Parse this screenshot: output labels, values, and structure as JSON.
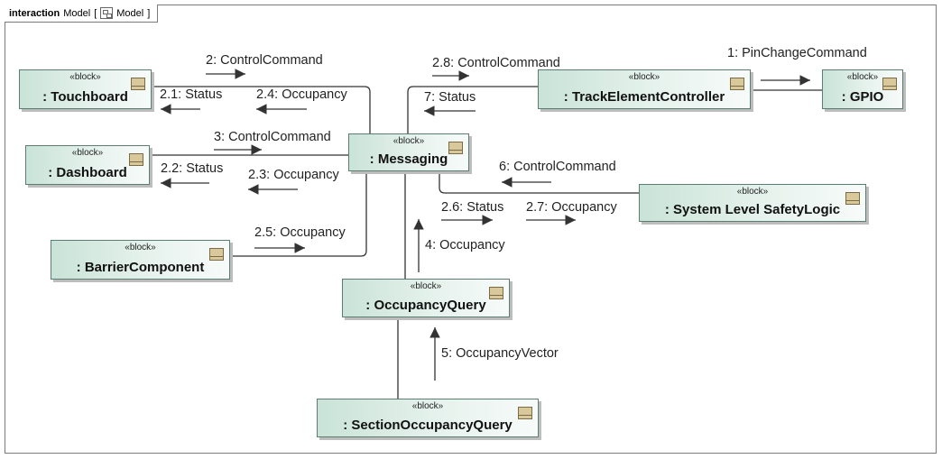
{
  "frame": {
    "keyword": "interaction",
    "name": "Model",
    "icon_name": "diagram-icon",
    "suffix": "Model"
  },
  "blocks": [
    {
      "id": "touchboard",
      "stereotype": "«block»",
      "name": ": Touchboard"
    },
    {
      "id": "dashboard",
      "stereotype": "«block»",
      "name": ": Dashboard"
    },
    {
      "id": "barrier",
      "stereotype": "«block»",
      "name": ": BarrierComponent"
    },
    {
      "id": "messaging",
      "stereotype": "«block»",
      "name": ": Messaging"
    },
    {
      "id": "tec",
      "stereotype": "«block»",
      "name": ": TrackElementController"
    },
    {
      "id": "gpio",
      "stereotype": "«block»",
      "name": ": GPIO"
    },
    {
      "id": "sls",
      "stereotype": "«block»",
      "name": ": System Level SafetyLogic"
    },
    {
      "id": "oq",
      "stereotype": "«block»",
      "name": ": OccupancyQuery"
    },
    {
      "id": "soq",
      "stereotype": "«block»",
      "name": ": SectionOccupancyQuery"
    }
  ],
  "messages": [
    {
      "id": "m1",
      "label": "1: PinChangeCommand"
    },
    {
      "id": "m2",
      "label": "2: ControlCommand"
    },
    {
      "id": "m2_1",
      "label": "2.1: Status"
    },
    {
      "id": "m2_4",
      "label": "2.4: Occupancy"
    },
    {
      "id": "m2_8",
      "label": "2.8: ControlCommand"
    },
    {
      "id": "m7",
      "label": "7: Status"
    },
    {
      "id": "m3",
      "label": "3: ControlCommand"
    },
    {
      "id": "m2_2",
      "label": "2.2: Status"
    },
    {
      "id": "m2_3",
      "label": "2.3: Occupancy"
    },
    {
      "id": "m6",
      "label": "6: ControlCommand"
    },
    {
      "id": "m2_6",
      "label": "2.6: Status"
    },
    {
      "id": "m2_7",
      "label": "2.7: Occupancy"
    },
    {
      "id": "m2_5",
      "label": "2.5: Occupancy"
    },
    {
      "id": "m4",
      "label": "4: Occupancy"
    },
    {
      "id": "m5",
      "label": "5: OccupancyVector"
    }
  ],
  "colors": {
    "block_border": "#5c7e72",
    "block_fill_left": "#c9e3d8",
    "block_fill_right": "#f7fbf9",
    "line": "#333333"
  },
  "icons": {
    "block_icon": "block-icon",
    "arrow": "message-arrow"
  }
}
